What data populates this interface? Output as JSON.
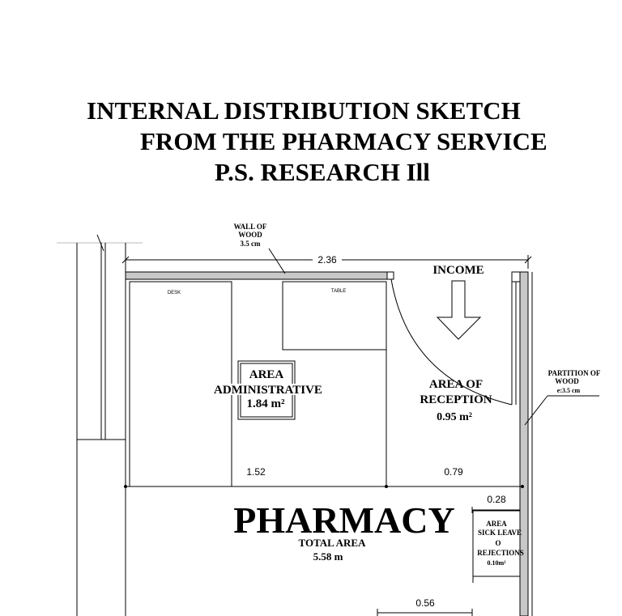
{
  "title": {
    "line1": "INTERNAL DISTRIBUTION SKETCH",
    "line2": "FROM THE PHARMACY SERVICE",
    "line3": "P.S. RESEARCH Ill"
  },
  "labels": {
    "wall_of_wood": [
      "WALL OF",
      "WOOD",
      "3.5 cm"
    ],
    "income": "INCOME",
    "desk": "DESK",
    "table": "TABLE",
    "area_admin": [
      "AREA",
      "ADMINISTRATIVE",
      "1.84 m²"
    ],
    "area_reception": [
      "AREA OF",
      "RECEPTION",
      "0.95 m²"
    ],
    "partition": [
      "PARTITION OF",
      "WOOD",
      "e:3.5 cm"
    ],
    "pharmacy": "PHARMACY",
    "total_area": [
      "TOTAL AREA",
      "5.58 m"
    ],
    "sick_leave": [
      "AREA",
      "SICK LEAVE",
      "O",
      "REJECTIONS",
      "0.10m²"
    ]
  },
  "dimensions": {
    "top": "2.36",
    "admin_width": "1.52",
    "reception_width": "0.79",
    "sick_width": "0.28",
    "bottom": "0.56"
  },
  "colors": {
    "wall_fill": "#c8c8c8",
    "line": "#000000"
  }
}
